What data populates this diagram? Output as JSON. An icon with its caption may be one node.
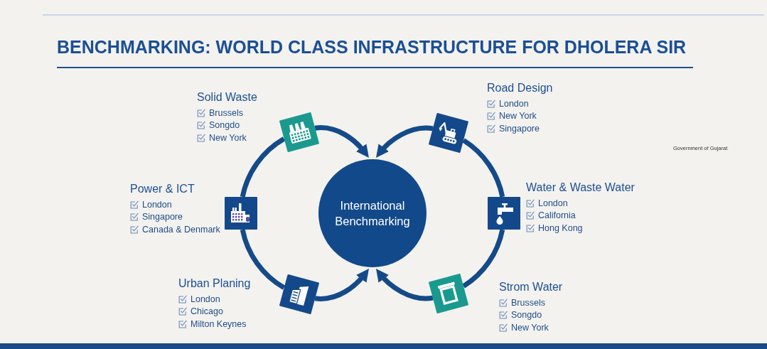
{
  "diagram": {
    "title": "BENCHMARKING: WORLD CLASS INFRASTRUCTURE FOR DHOLERA SIR",
    "nodes": [
      {
        "text": [],
        "shape": "box",
        "beside": [
          "Solid Waste",
          "Brussels",
          "Songdo",
          "New York"
        ]
      },
      {
        "text": [],
        "shape": "box",
        "beside": [
          "Road Design",
          "London",
          "New York",
          "Singapore"
        ]
      },
      {
        "text": [],
        "shape": "box",
        "beside": [
          "Power & ICT",
          "London",
          "Singapore",
          "Canada & Denmark"
        ]
      },
      {
        "text": [
          "International Benchmarking"
        ]
      },
      {
        "text": [],
        "shape": "box",
        "beside": [
          "Water & Waste Water",
          "London",
          "California",
          "Hong Kong"
        ]
      },
      {
        "text": [],
        "shape": "box",
        "beside": [
          "Urban Planing",
          "London",
          "Chicago",
          "Milton Keynes"
        ]
      },
      {
        "text": [],
        "shape": "box",
        "beside": [
          "Strom Water",
          "Brussels",
          "Songdo",
          "New York"
        ]
      }
    ],
    "edges": [
      {
        "from": 0,
        "to": 3,
        "arrow": "to"
      },
      {
        "from": 1,
        "to": 3,
        "arrow": "to"
      },
      {
        "from": 5,
        "to": 3,
        "arrow": "to"
      },
      {
        "from": 6,
        "to": 3,
        "arrow": "to"
      },
      {
        "from": 0,
        "to": 2,
        "arrow": "none"
      },
      {
        "from": 2,
        "to": 5,
        "arrow": "none"
      },
      {
        "from": 1,
        "to": 4,
        "arrow": "none"
      },
      {
        "from": 4,
        "to": 6,
        "arrow": "none"
      }
    ],
    "labels": [
      "Government of Gujarat"
    ]
  }
}
